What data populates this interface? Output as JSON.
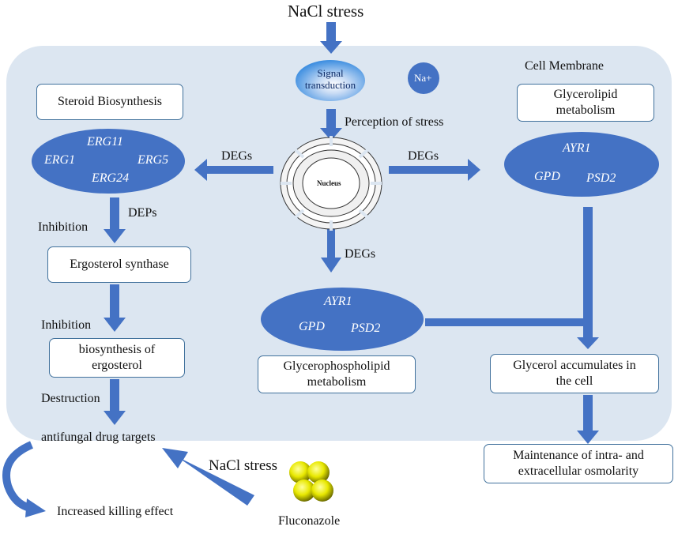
{
  "top_stimulus": "NaCl stress",
  "membrane_label": "Cell Membrane",
  "signal_transduction": {
    "line1": "Signal",
    "line2": "transduction"
  },
  "ion_label": "Na+",
  "perception_label": "Perception of stress",
  "nucleus_label": "Nucleus",
  "left": {
    "pathway_box": "Steroid Biosynthesis",
    "genes": [
      "ERG11",
      "ERG1",
      "ERG5",
      "ERG24"
    ],
    "degs_label": "DEGs",
    "deps_label": "DEPs",
    "inhibition1_label": "Inhibition",
    "enzyme_box": "Ergosterol synthase",
    "inhibition2_label": "Inhibition",
    "biosynthesis_box": {
      "line1": "biosynthesis of",
      "line2": "ergosterol"
    },
    "destruction_label": "Destruction",
    "drug_targets_label": "antifungal drug targets",
    "killing_label": "Increased killing effect",
    "bottom_stress_label": "NaCl stress",
    "drug_label": "Fluconazole"
  },
  "center": {
    "degs_label": "DEGs",
    "genes": [
      "AYR1",
      "GPD",
      "PSD2"
    ],
    "pathway_box": {
      "line1": "Glycerophospholipid",
      "line2": "metabolism"
    }
  },
  "right": {
    "degs_label": "DEGs",
    "pathway_box": {
      "line1": "Glycerolipid",
      "line2": "metabolism"
    },
    "genes": [
      "AYR1",
      "GPD",
      "PSD2"
    ],
    "glycerol_box": {
      "line1": "Glycerol accumulates in",
      "line2": "the cell"
    },
    "osmolarity_box": {
      "line1": "Maintenance of intra- and",
      "line2": "extracellular osmolarity"
    }
  },
  "colors": {
    "cell_fill": "#dce6f1",
    "accent": "#4472c4",
    "box_border": "#41719c",
    "drug_sphere": "#e8e800"
  }
}
